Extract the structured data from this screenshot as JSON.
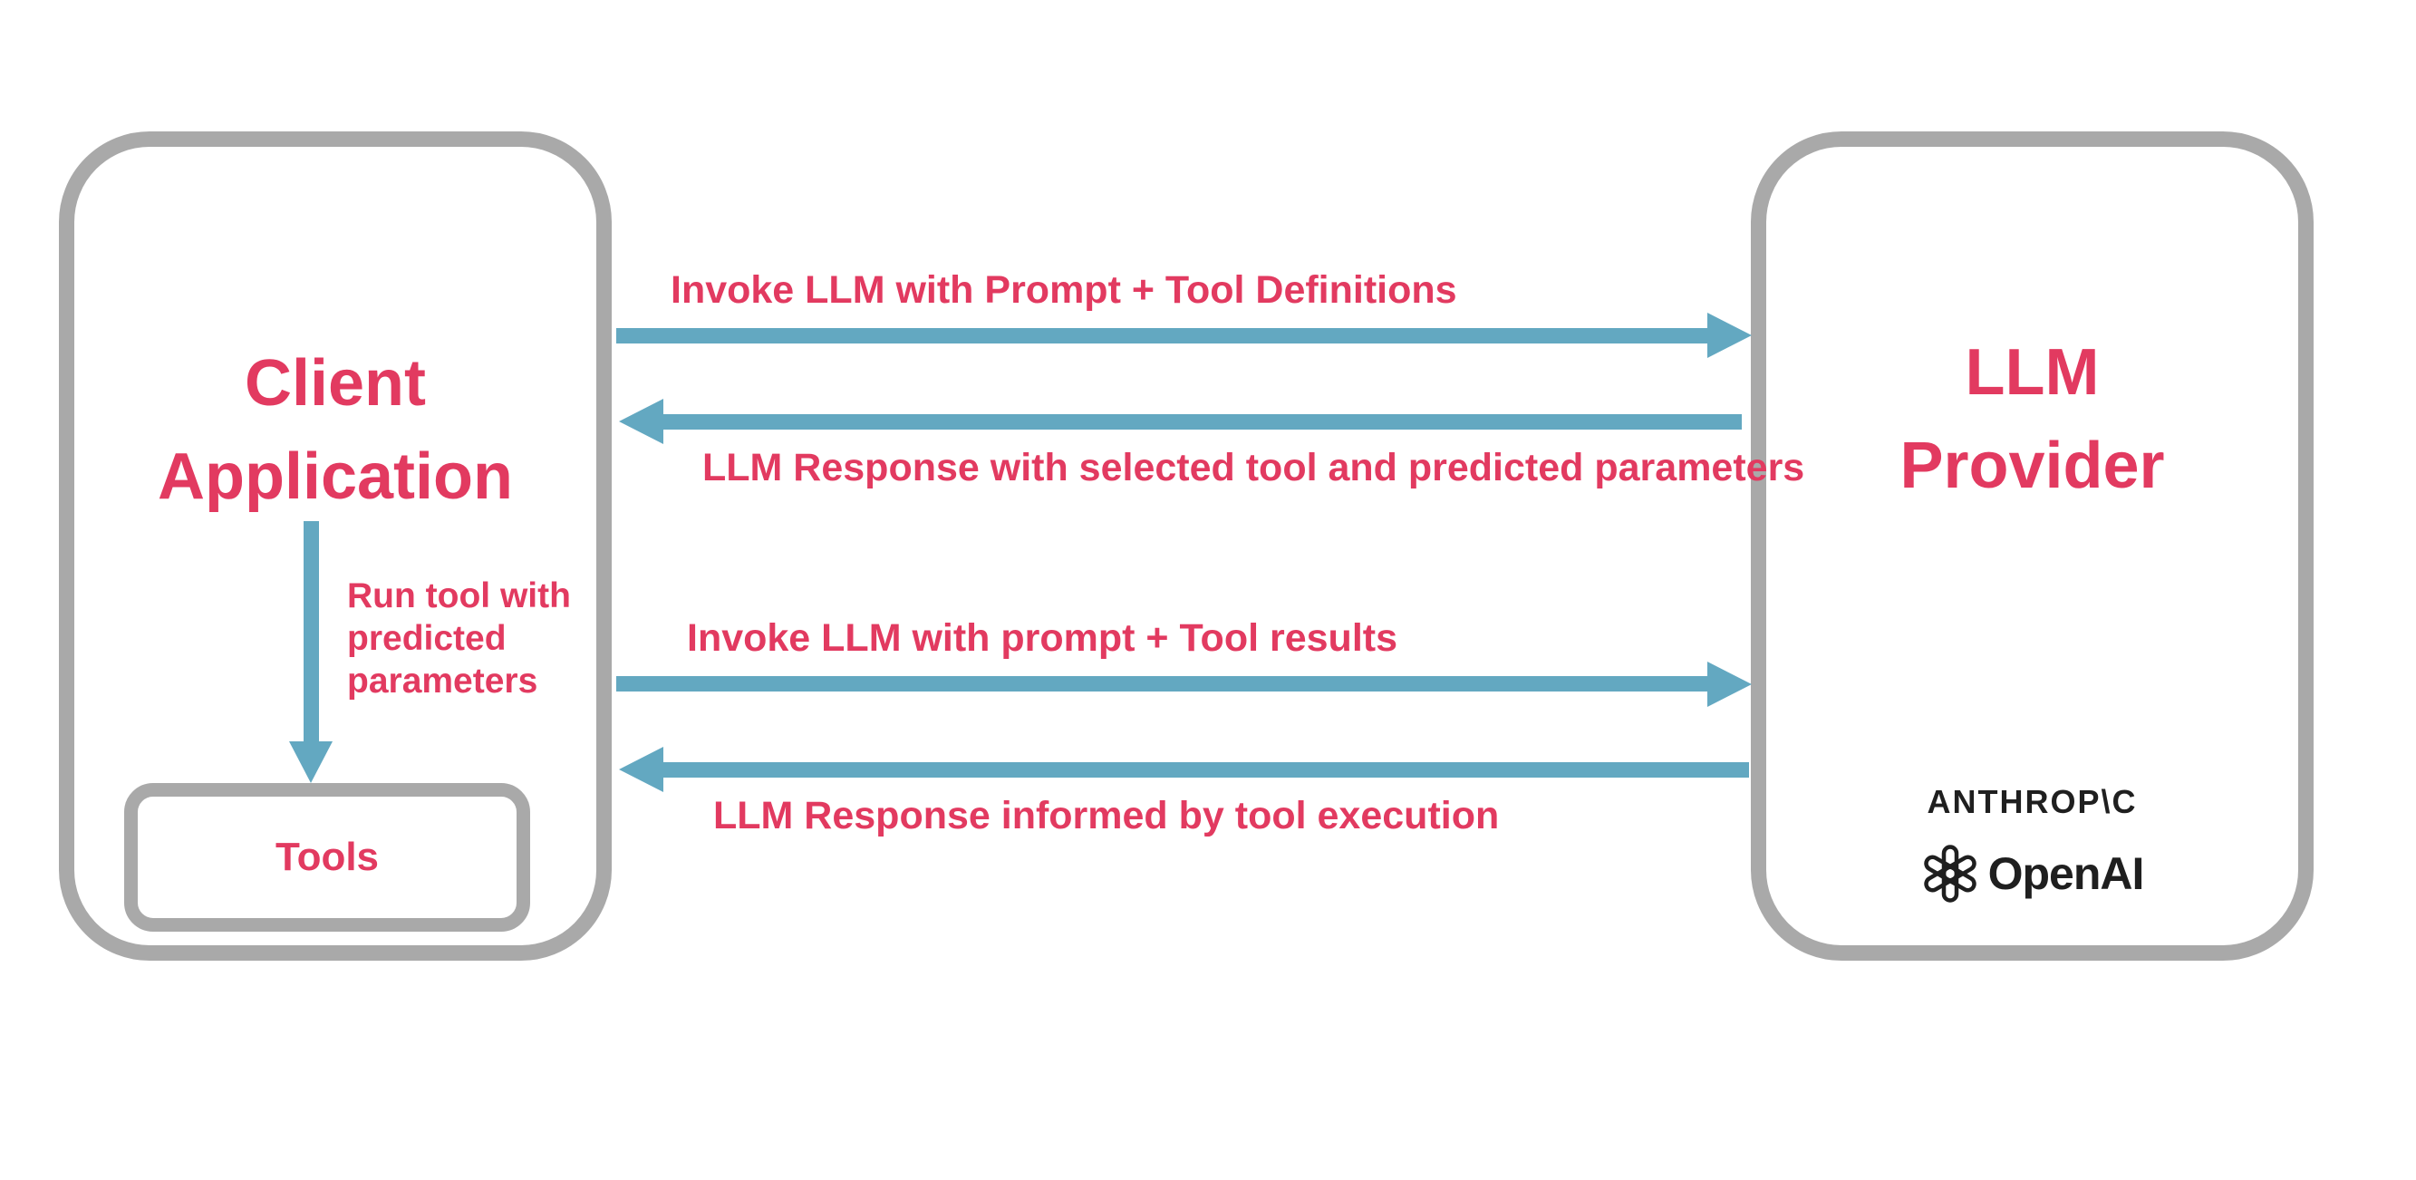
{
  "diagram": {
    "client": {
      "title_line1": "Client",
      "title_line2": "Application",
      "tools_label": "Tools",
      "internal_flow": {
        "label_line1": "Run tool with",
        "label_line2": "predicted",
        "label_line3": "parameters"
      }
    },
    "llm": {
      "title_line1": "LLM",
      "title_line2": "Provider",
      "providers": {
        "anthropic_wordmark": "ANTHROP\\C",
        "openai_wordmark": "OpenAI"
      }
    },
    "flows": [
      {
        "direction": "right",
        "label": "Invoke LLM with Prompt + Tool Definitions"
      },
      {
        "direction": "left",
        "label": "LLM Response with selected tool and predicted parameters"
      },
      {
        "direction": "right",
        "label": "Invoke LLM with prompt + Tool results"
      },
      {
        "direction": "left",
        "label": "LLM Response informed by tool execution"
      }
    ]
  },
  "colors": {
    "accent_pink": "#e23a60",
    "arrow_blue": "#63a8c1",
    "border_gray": "#a9a9a9",
    "logo_black": "#1f1f1f",
    "background": "#ffffff"
  }
}
